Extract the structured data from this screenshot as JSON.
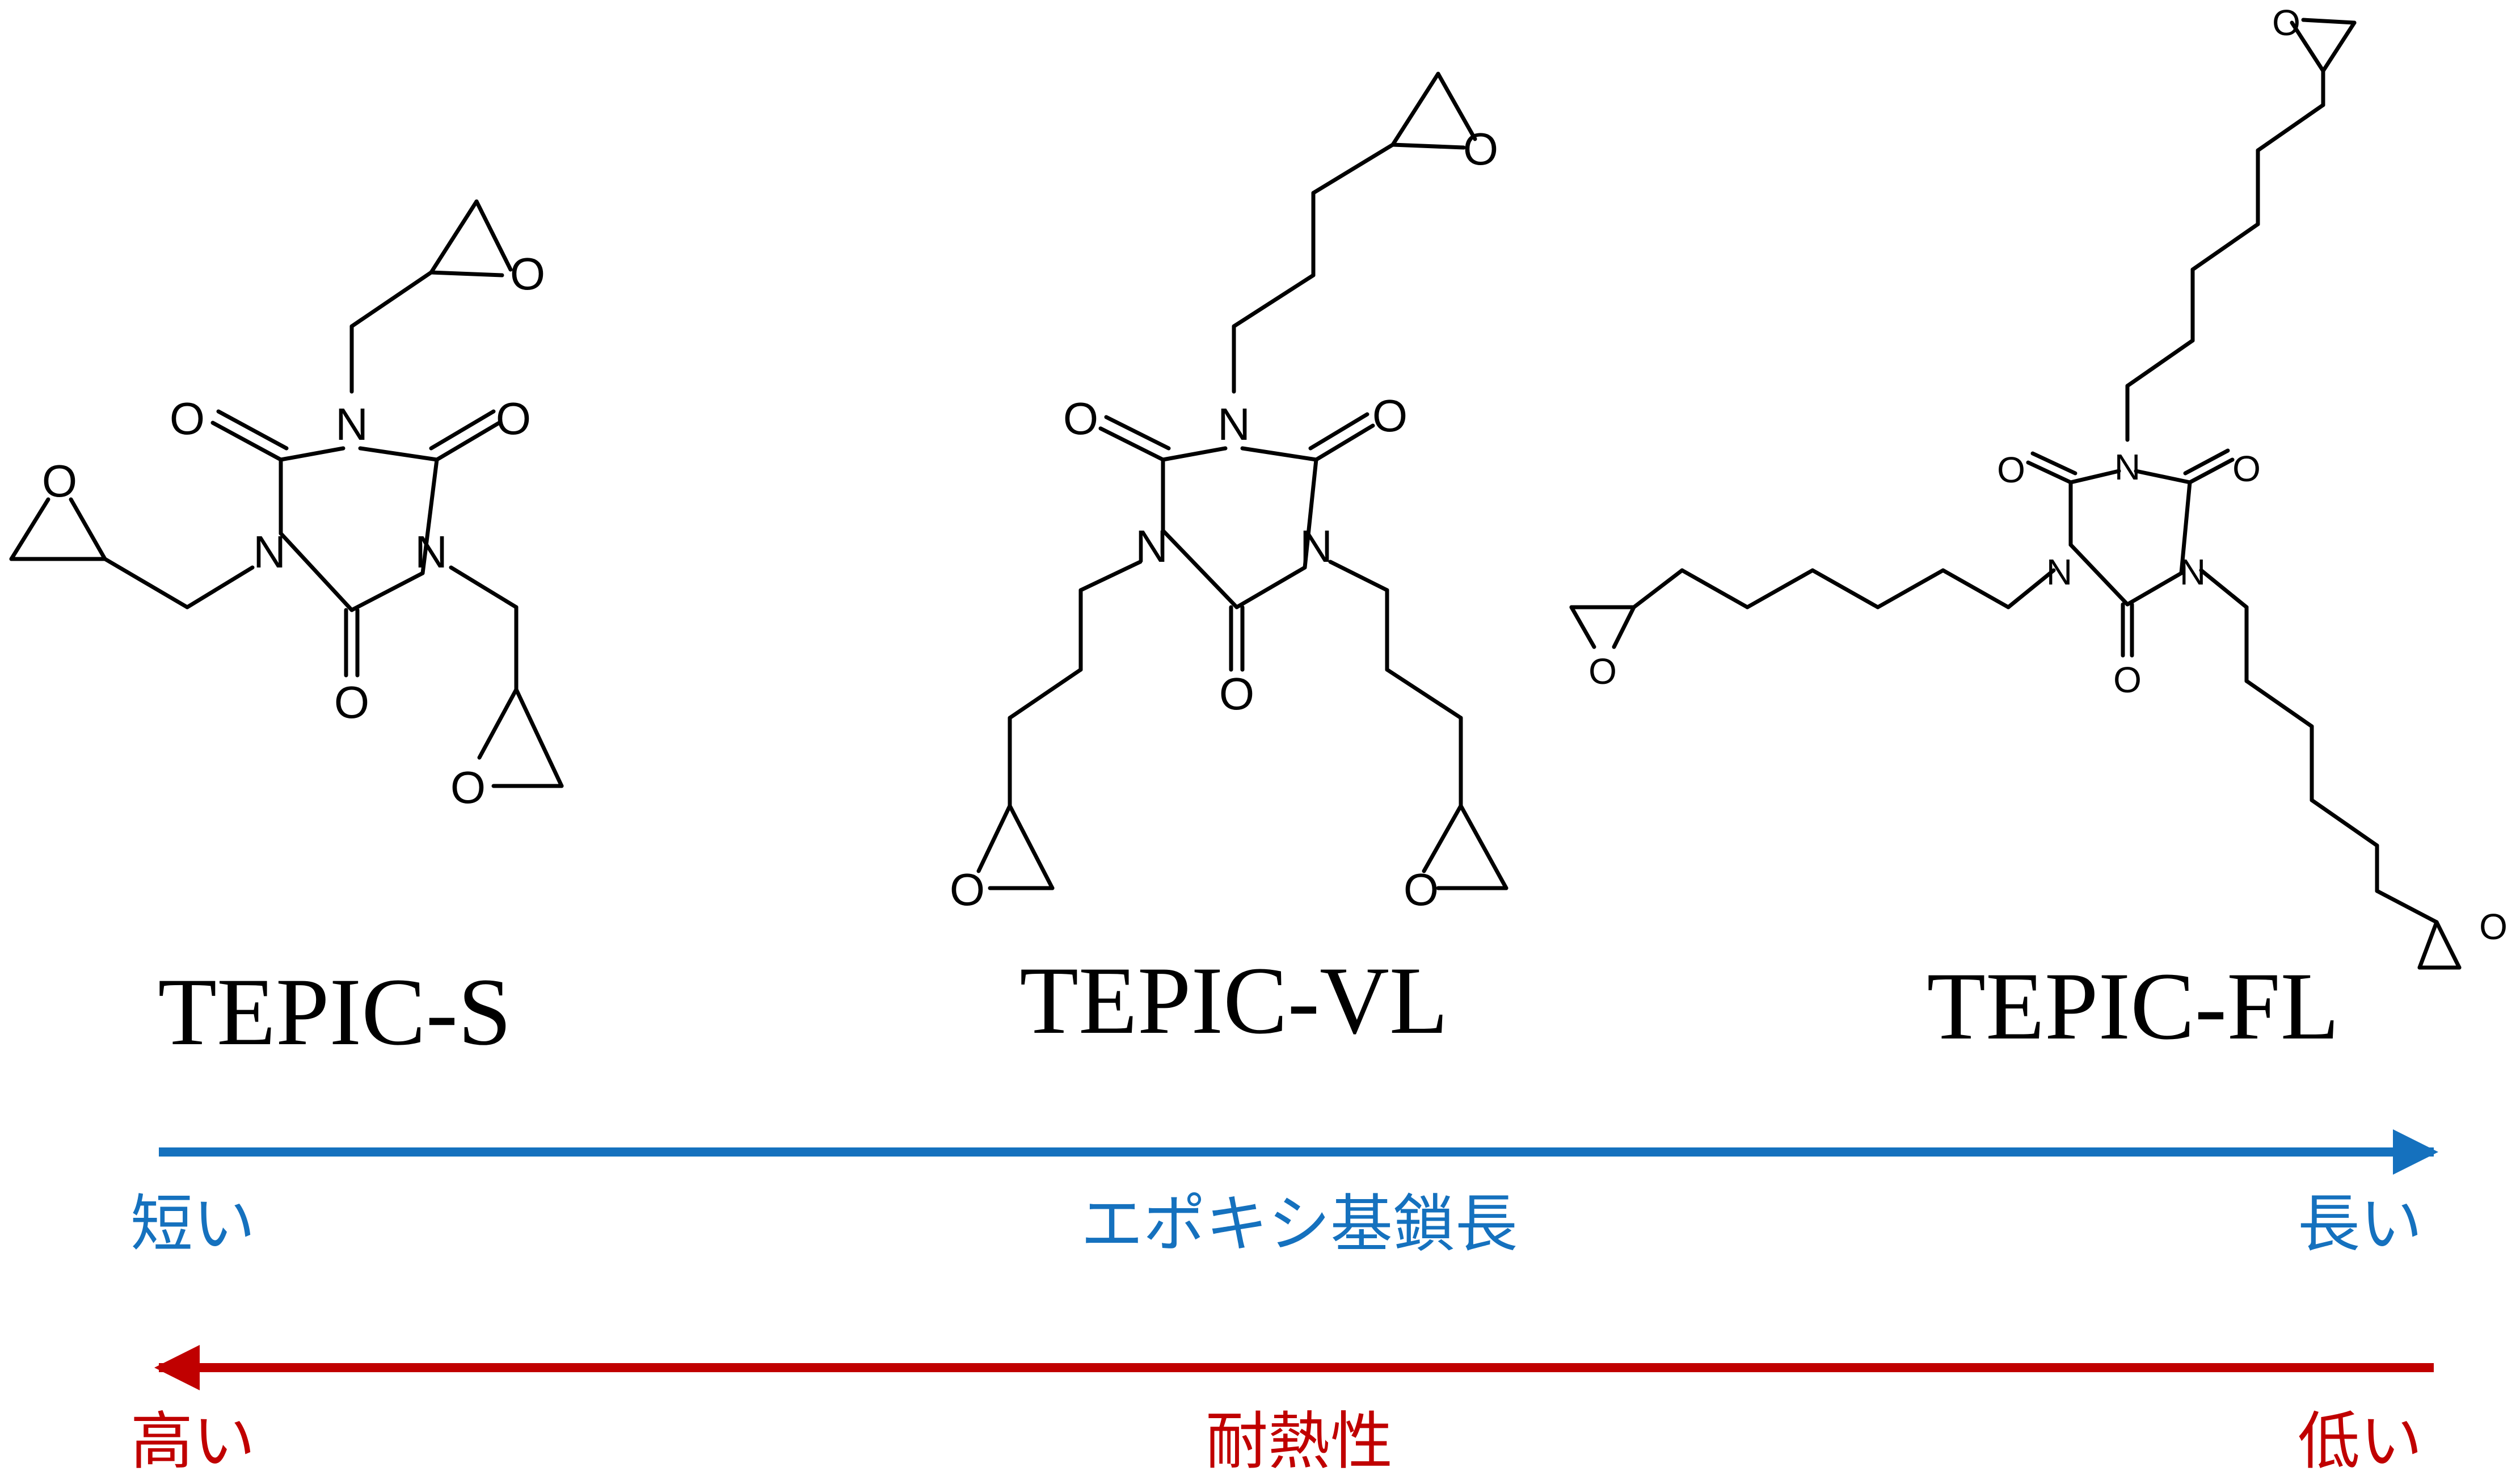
{
  "molecules": [
    {
      "name": "TEPIC-S",
      "chain_length": 1
    },
    {
      "name": "TEPIC-VL",
      "chain_length": 3
    },
    {
      "name": "TEPIC-FL",
      "chain_length": 6
    }
  ],
  "atoms": {
    "nitrogen": "N",
    "oxygen": "O"
  },
  "chain_axis": {
    "title": "エポキシ基鎖長",
    "left_label": "短い",
    "right_label": "長い",
    "direction": "right",
    "color": "#1571BE"
  },
  "heat_axis": {
    "title": "耐熱性",
    "left_label": "高い",
    "right_label": "低い",
    "direction": "left",
    "color": "#C00000"
  }
}
